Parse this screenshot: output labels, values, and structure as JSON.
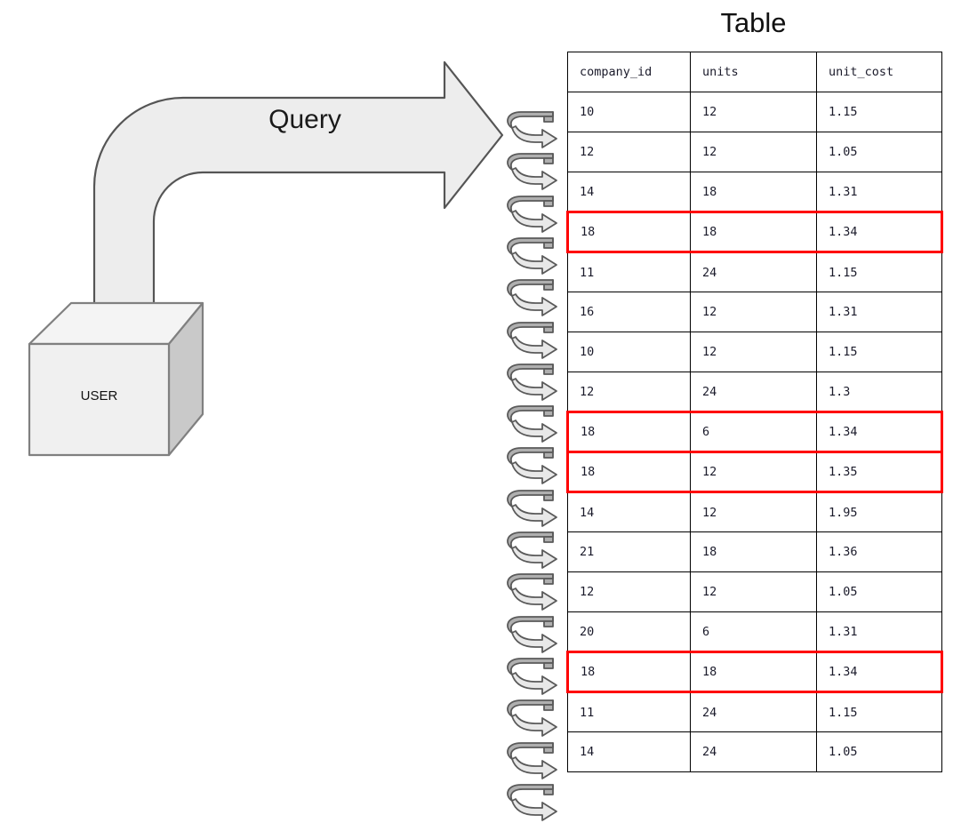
{
  "diagram": {
    "title": "Table",
    "arrow_label": "Query",
    "actor_label": "USER",
    "colors": {
      "arrow_fill": "#EDEDED",
      "arrow_stroke": "#555555",
      "cube_front": "#F0F0F0",
      "cube_top": "#F4F4F4",
      "cube_side": "#C9C9C9",
      "cube_stroke": "#777777",
      "spiral_dark": "#AFAFAF",
      "spiral_light": "#E8E8E8",
      "spiral_stroke": "#5A5A5A",
      "table_border": "#000000",
      "highlight": "#FF0000",
      "text": "#1B1B2B"
    },
    "spiral_count": 17,
    "spiral_icon": "spiral-arrow-icon"
  },
  "table": {
    "columns": [
      "company_id",
      "units",
      "unit_cost"
    ],
    "rows": [
      {
        "company_id": "10",
        "units": "12",
        "unit_cost": "1.15",
        "highlighted": false
      },
      {
        "company_id": "12",
        "units": "12",
        "unit_cost": "1.05",
        "highlighted": false
      },
      {
        "company_id": "14",
        "units": "18",
        "unit_cost": "1.31",
        "highlighted": false
      },
      {
        "company_id": "18",
        "units": "18",
        "unit_cost": "1.34",
        "highlighted": true
      },
      {
        "company_id": "11",
        "units": "24",
        "unit_cost": "1.15",
        "highlighted": false
      },
      {
        "company_id": "16",
        "units": "12",
        "unit_cost": "1.31",
        "highlighted": false
      },
      {
        "company_id": "10",
        "units": "12",
        "unit_cost": "1.15",
        "highlighted": false
      },
      {
        "company_id": "12",
        "units": "24",
        "unit_cost": "1.3",
        "highlighted": false
      },
      {
        "company_id": "18",
        "units": "6",
        "unit_cost": "1.34",
        "highlighted": true
      },
      {
        "company_id": "18",
        "units": "12",
        "unit_cost": "1.35",
        "highlighted": true
      },
      {
        "company_id": "14",
        "units": "12",
        "unit_cost": "1.95",
        "highlighted": false
      },
      {
        "company_id": "21",
        "units": "18",
        "unit_cost": "1.36",
        "highlighted": false
      },
      {
        "company_id": "12",
        "units": "12",
        "unit_cost": "1.05",
        "highlighted": false
      },
      {
        "company_id": "20",
        "units": "6",
        "unit_cost": "1.31",
        "highlighted": false
      },
      {
        "company_id": "18",
        "units": "18",
        "unit_cost": "1.34",
        "highlighted": true
      },
      {
        "company_id": "11",
        "units": "24",
        "unit_cost": "1.15",
        "highlighted": false
      },
      {
        "company_id": "14",
        "units": "24",
        "unit_cost": "1.05",
        "highlighted": false
      }
    ]
  }
}
